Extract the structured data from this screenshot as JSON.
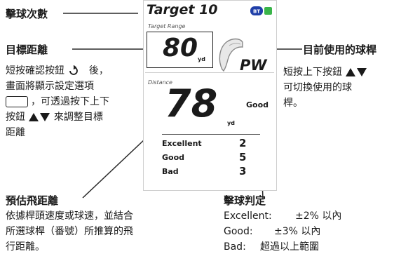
{
  "left_labels": {
    "hits_count": "擊球次數",
    "target_distance": "目標距離",
    "target_desc": {
      "line1a": "短按確認按鈕",
      "line1b": "後，",
      "line2": "畫面將顯示設定選項",
      "line3": "，可透過按下上下",
      "line4a": "按鈕",
      "line4b": "來調整目標",
      "line5": "距離"
    },
    "estimated_distance": "預估飛距離",
    "estimated_desc": [
      "依據桿頭速度或球速，並結合",
      "所選球桿（番號）所推算的飛",
      "行距離。"
    ]
  },
  "right_labels": {
    "current_club": "目前使用的球桿",
    "club_desc": [
      "短按上下按鈕",
      "可切換使用的球",
      "桿。"
    ],
    "judgement_title": "擊球判定",
    "judgement_rows": [
      {
        "name": "Excellent:",
        "rule": "±2% 以內"
      },
      {
        "name": "Good:",
        "rule": "±3% 以內"
      },
      {
        "name": "Bad:",
        "rule": "超過以上範圍"
      }
    ]
  },
  "screen": {
    "title": "Target 10",
    "target_range_label": "Target Range",
    "target_value": "80",
    "target_unit": "yd",
    "club": "PW",
    "distance_label": "Distance",
    "distance_value": "78",
    "distance_unit": "yd",
    "judgement": "Good",
    "stats": [
      {
        "label": "Excellent",
        "count": "2"
      },
      {
        "label": "Good",
        "count": "5"
      },
      {
        "label": "Bad",
        "count": "3"
      }
    ],
    "bt_icon": "bluetooth-battery-icon"
  }
}
